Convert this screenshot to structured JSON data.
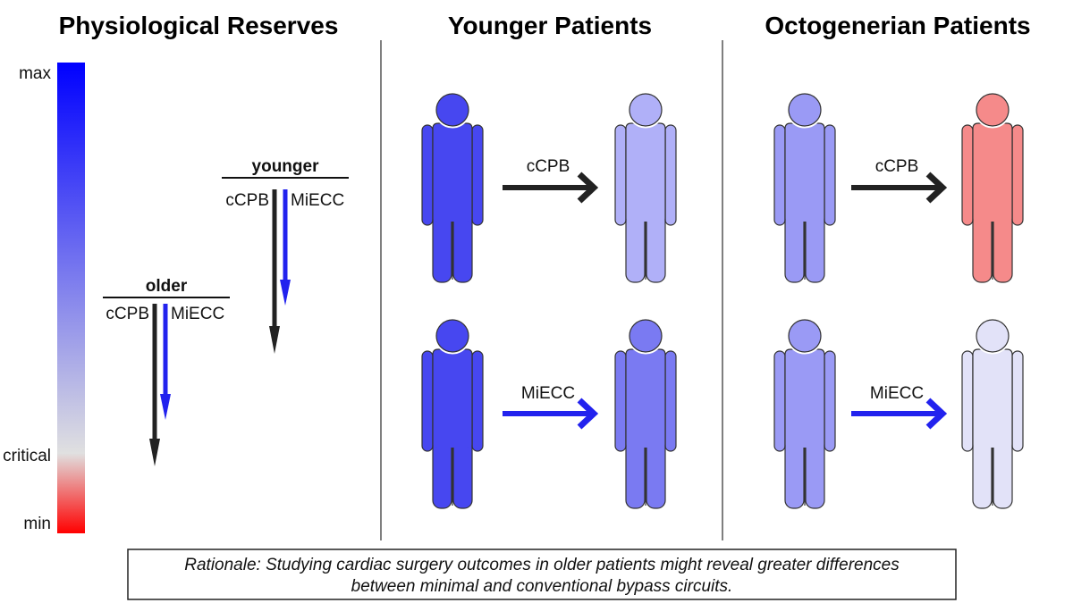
{
  "titles": {
    "reserves": "Physiological Reserves",
    "younger": "Younger Patients",
    "octogenerian": "Octogenerian Patients"
  },
  "scale": {
    "max": "max",
    "critical": "critical",
    "min": "min",
    "colors": {
      "max": "#0000ff",
      "critical": "#e0e0e0",
      "min": "#ff0000"
    }
  },
  "groups": {
    "younger": {
      "label": "younger",
      "ccpb": "cCPB",
      "miecc": "MiECC"
    },
    "older": {
      "label": "older",
      "ccpb": "cCPB",
      "miecc": "MiECC"
    }
  },
  "arrows": {
    "ccpb": "cCPB",
    "miecc": "MiECC",
    "ccpb_color": "#222222",
    "miecc_color": "#2222ee"
  },
  "figures": {
    "younger_pre": "#4747f0",
    "younger_post_ccpb": "#b0b0f8",
    "younger_post_miecc": "#7a7af2",
    "octo_pre": "#9a9af5",
    "octo_post_ccpb": "#f58a8a",
    "octo_post_miecc": "#e2e2f8"
  },
  "rationale": {
    "line1": "Rationale: Studying cardiac surgery outcomes in older patients might reveal greater differences",
    "line2": "between minimal and conventional bypass circuits."
  }
}
